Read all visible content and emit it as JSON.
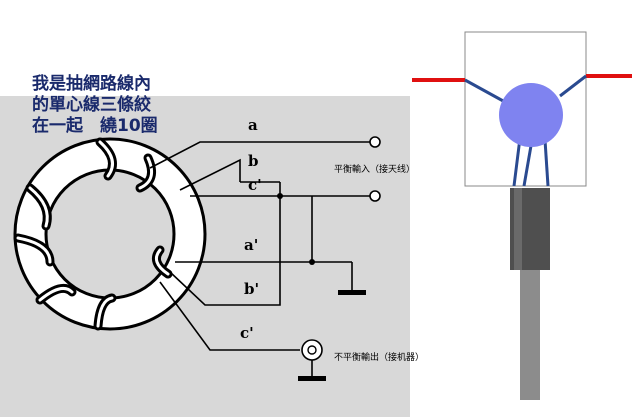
{
  "caption": {
    "line1": "我是抽網路線內",
    "line2": "的單心線三條絞",
    "line3": "在一起　繞10圈"
  },
  "labels": {
    "a": "a",
    "b": "b",
    "c": "c'",
    "a_prime": "a'",
    "b_prime": "b'",
    "c_prime": "c'",
    "balanced": "平衡輸入（接天线）",
    "unbalanced": "不平衡輸出（接机器）"
  },
  "colors": {
    "panel_gray": "#d8d8d8",
    "caption_blue": "#1a2a6c",
    "red_wire": "#e01010",
    "blue_wire": "#2a4a90",
    "ferrite": "#7f83f0",
    "coax_dark": "#4a4a4a",
    "coax_mid": "#888888"
  }
}
